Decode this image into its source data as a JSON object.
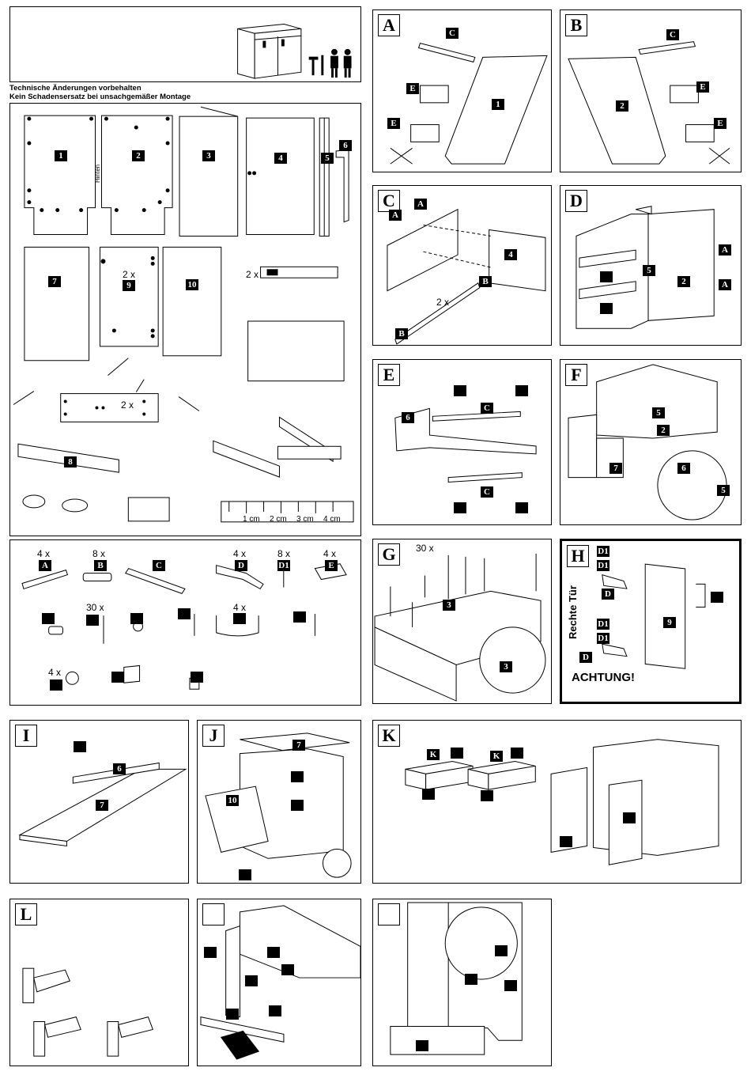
{
  "header": {
    "notice_line1": "Technische Änderungen vorbehalten",
    "notice_line2": "Kein Schadensersatz bei unsachgemäßer Montage"
  },
  "parts_panel": {
    "part_numbers": [
      "1",
      "2",
      "3",
      "4",
      "5",
      "6",
      "7",
      "8",
      "9",
      "10"
    ],
    "label_hinten": "Hinten",
    "qty_9": "2 x",
    "qty_rail": "2 x",
    "qty_back": "2 x",
    "ruler_labels": [
      "1 cm",
      "2 cm",
      "3 cm",
      "4 cm"
    ]
  },
  "hardware_panel": {
    "items": [
      {
        "qty": "4 x",
        "code": "A"
      },
      {
        "qty": "8 x",
        "code": "B"
      },
      {
        "qty": "",
        "code": "C"
      },
      {
        "qty": "4 x",
        "code": "D"
      },
      {
        "qty": "8 x",
        "code": "D1"
      },
      {
        "qty": "4 x",
        "code": "E"
      }
    ],
    "qty_nails": "30 x",
    "qty_handles": "4 x",
    "qty_caps": "4 x"
  },
  "steps": {
    "A": {
      "letter": "A",
      "tags": [
        "C",
        "E",
        "E",
        "1"
      ]
    },
    "B": {
      "letter": "B",
      "tags": [
        "C",
        "E",
        "E",
        "2"
      ]
    },
    "C": {
      "letter": "C",
      "tags": [
        "A",
        "A",
        "4",
        "B",
        "B"
      ],
      "qty": "2 x"
    },
    "D": {
      "letter": "D",
      "tags": [
        "A",
        "A",
        "5",
        "2"
      ]
    },
    "E": {
      "letter": "E",
      "tags": [
        "6",
        "C",
        "C"
      ]
    },
    "F": {
      "letter": "F",
      "tags": [
        "5",
        "2",
        "7",
        "6",
        "5"
      ]
    },
    "G": {
      "letter": "G",
      "tags": [
        "3",
        "3"
      ],
      "qty": "30 x"
    },
    "H": {
      "letter": "H",
      "tags": [
        "D1",
        "D1",
        "D",
        "D1",
        "D1",
        "D",
        "9"
      ],
      "side_label": "Rechte Tür",
      "warning": "ACHTUNG!"
    },
    "I": {
      "letter": "I",
      "tags": [
        "6",
        "7"
      ]
    },
    "J": {
      "letter": "J",
      "tags": [
        "7",
        "10"
      ]
    },
    "K": {
      "letter": "K",
      "tags": [
        "K",
        "K"
      ]
    },
    "L": {
      "letter": "L"
    },
    "M": {
      "letter": ""
    },
    "N": {
      "letter": ""
    }
  }
}
